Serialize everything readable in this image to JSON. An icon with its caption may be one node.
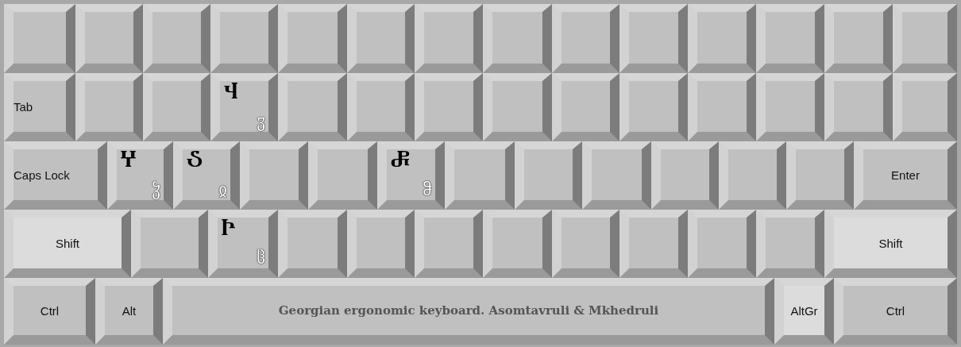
{
  "diagram": {
    "nodes": [
      {
        "text": [],
        "shape": "box"
      },
      {
        "text": [],
        "shape": "box"
      },
      {
        "text": [],
        "shape": "box"
      },
      {
        "text": [],
        "shape": "box"
      },
      {
        "text": [],
        "shape": "box"
      },
      {
        "text": [],
        "shape": "box"
      },
      {
        "text": [],
        "shape": "box"
      },
      {
        "text": [],
        "shape": "box"
      },
      {
        "text": [],
        "shape": "box"
      },
      {
        "text": [],
        "shape": "box"
      },
      {
        "text": [],
        "shape": "box"
      },
      {
        "text": [],
        "shape": "box"
      },
      {
        "text": [],
        "shape": "box"
      },
      {
        "text": [],
        "shape": "box"
      },
      {
        "text": [
          "Tab"
        ]
      },
      {
        "text": [],
        "shape": "box"
      },
      {
        "text": [],
        "shape": "box"
      },
      {
        "text": [
          "Ⴣ",
          "ჳ"
        ]
      },
      {
        "text": [],
        "shape": "box"
      },
      {
        "text": [],
        "shape": "box"
      },
      {
        "text": [],
        "shape": "box"
      },
      {
        "text": [],
        "shape": "box"
      },
      {
        "text": [],
        "shape": "box"
      },
      {
        "text": [],
        "shape": "box"
      },
      {
        "text": [],
        "shape": "box"
      },
      {
        "text": [],
        "shape": "box"
      },
      {
        "text": [],
        "shape": "box"
      },
      {
        "text": [],
        "shape": "box"
      },
      {
        "text": [
          "Caps Lock"
        ]
      },
      {
        "text": [
          "Ⴤ",
          "ჴ"
        ]
      },
      {
        "text": [
          "Ⴢ",
          "ჲ"
        ]
      },
      {
        "text": [],
        "shape": "box"
      },
      {
        "text": [],
        "shape": "box"
      },
      {
        "text": [
          "Ⴥ",
          "ჵ"
        ]
      },
      {
        "text": [],
        "shape": "box"
      },
      {
        "text": [],
        "shape": "box"
      },
      {
        "text": [],
        "shape": "box"
      },
      {
        "text": [],
        "shape": "box"
      },
      {
        "text": [],
        "shape": "box"
      },
      {
        "text": [],
        "shape": "box"
      },
      {
        "text": [
          "Enter"
        ]
      },
      {
        "text": [
          "Shift"
        ]
      },
      {
        "text": [],
        "shape": "box"
      },
      {
        "text": [
          "Ⴡ",
          "ჱ"
        ]
      },
      {
        "text": [],
        "shape": "box"
      },
      {
        "text": [],
        "shape": "box"
      },
      {
        "text": [],
        "shape": "box"
      },
      {
        "text": [],
        "shape": "box"
      },
      {
        "text": [],
        "shape": "box"
      },
      {
        "text": [],
        "shape": "box"
      },
      {
        "text": [],
        "shape": "box"
      },
      {
        "text": [],
        "shape": "box"
      },
      {
        "text": [
          "Shift"
        ]
      },
      {
        "text": [
          "Ctrl"
        ]
      },
      {
        "text": [
          "Alt"
        ]
      },
      {
        "text": [
          "Georgian ergonomic keyboard. Asomtavruli & Mkhedruli"
        ]
      },
      {
        "text": [
          "AltGr"
        ]
      },
      {
        "text": [
          "Ctrl"
        ]
      }
    ]
  }
}
